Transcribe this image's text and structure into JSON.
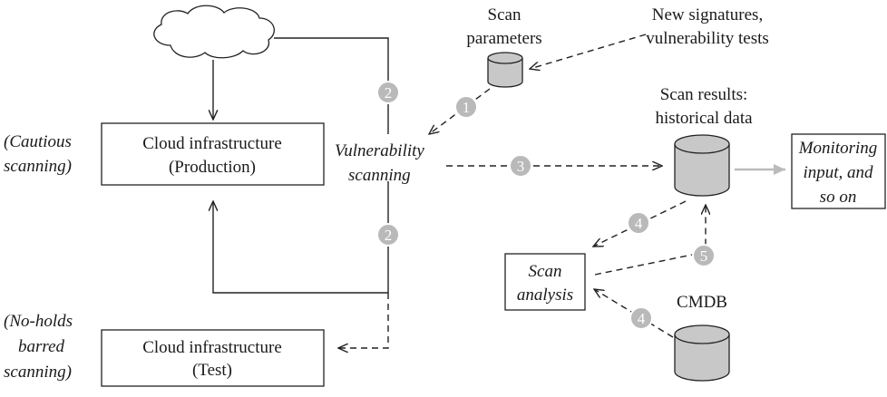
{
  "scan_parameters": {
    "line1": "Scan",
    "line2": "parameters"
  },
  "new_signatures": {
    "line1": "New signatures,",
    "line2": "vulnerability tests"
  },
  "scan_results": {
    "line1": "Scan results:",
    "line2": "historical data"
  },
  "cloud_production": {
    "line1": "Cloud infrastructure",
    "line2": "(Production)"
  },
  "cautious_scanning": {
    "line1": "(Cautious",
    "line2": "scanning)"
  },
  "vulnerability_scanning": {
    "line1": "Vulnerability",
    "line2": "scanning"
  },
  "monitoring_input": {
    "line1": "Monitoring",
    "line2": "input, and",
    "line3": "so on"
  },
  "scan_analysis": {
    "line1": "Scan",
    "line2": "analysis"
  },
  "cmdb": {
    "label": "CMDB"
  },
  "no_holds": {
    "line1": "(No-holds",
    "line2": "barred",
    "line3": "scanning)"
  },
  "cloud_test": {
    "line1": "Cloud infrastructure",
    "line2": "(Test)"
  },
  "steps": {
    "s1": "1",
    "s2a": "2",
    "s2b": "2",
    "s3": "3",
    "s4a": "4",
    "s4b": "4",
    "s5": "5"
  },
  "colors": {
    "cylinder_fill": "#c8c8c8",
    "step_circle": "#b9b9b9",
    "monitor_arrow": "#bbbbbb"
  }
}
